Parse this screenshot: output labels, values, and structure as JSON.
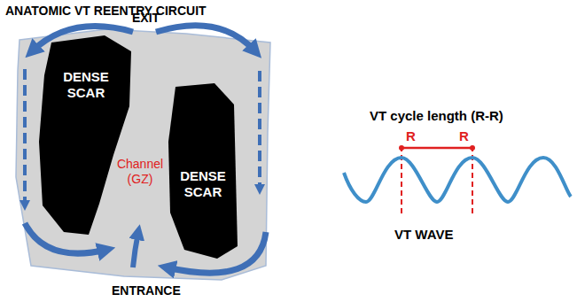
{
  "diagram": {
    "title": "ANATOMIC VT REENTRY CIRCUIT",
    "nodes": [
      {
        "text": [
          "DENSE SCAR"
        ]
      },
      {
        "text": [
          "Channel (GZ)"
        ]
      },
      {
        "text": [
          "DENSE SCAR"
        ]
      }
    ],
    "labels": [
      "EXIT",
      "ENTRANCE",
      "VT cycle length (R-R)",
      "R",
      "R",
      "VT WAVE"
    ]
  }
}
